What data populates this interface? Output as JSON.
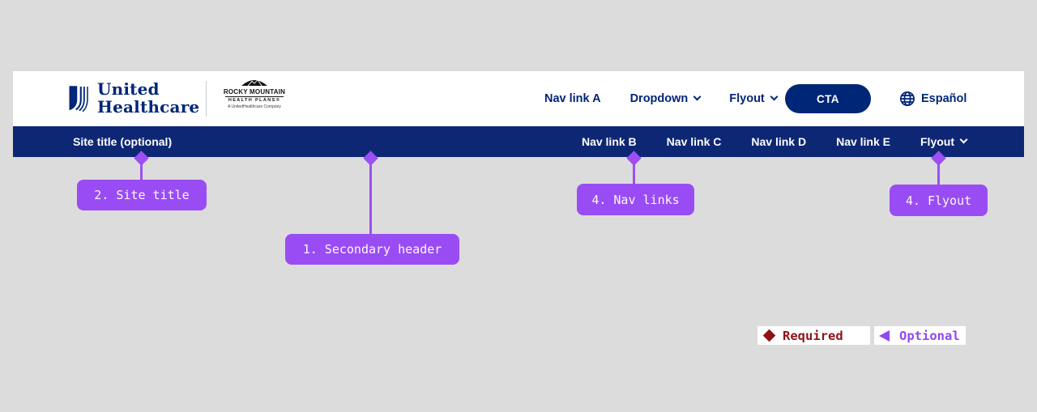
{
  "page": {
    "background_color": "#dcdcdc"
  },
  "header": {
    "background_color": "#ffffff",
    "text_color": "#002677",
    "brand": {
      "name_line1": "United",
      "name_line2": "Healthcare",
      "partner_line1": "ROCKY MOUNTAIN",
      "partner_line2": "HEALTH PLANS®",
      "partner_line3": "A UnitedHealthcare Company"
    },
    "nav": [
      {
        "label": "Nav link A",
        "has_chevron": false
      },
      {
        "label": "Dropdown",
        "has_chevron": true
      },
      {
        "label": "Flyout",
        "has_chevron": true
      }
    ],
    "cta_label": "CTA",
    "language_label": "Español"
  },
  "secondary_header": {
    "background_color": "#0d2775",
    "text_color": "#ffffff",
    "site_title": "Site title (optional)",
    "nav": [
      {
        "label": "Nav link B",
        "has_chevron": false
      },
      {
        "label": "Nav link C",
        "has_chevron": false
      },
      {
        "label": "Nav link D",
        "has_chevron": false
      },
      {
        "label": "Nav link E",
        "has_chevron": false
      },
      {
        "label": "Flyout",
        "has_chevron": true
      }
    ]
  },
  "annotations": {
    "accent_color": "#9a4cf4",
    "items": [
      {
        "label": "2. Site title",
        "points_to": "site-title"
      },
      {
        "label": "1. Secondary header",
        "points_to": "secondary-header-bar"
      },
      {
        "label": "4. Nav links",
        "points_to": "nav-link-b"
      },
      {
        "label": "4. Flyout",
        "points_to": "secondary-flyout"
      }
    ]
  },
  "legend": {
    "required_label": "Required",
    "required_color": "#8e1318",
    "optional_label": "Optional",
    "optional_color": "#9147f2"
  }
}
